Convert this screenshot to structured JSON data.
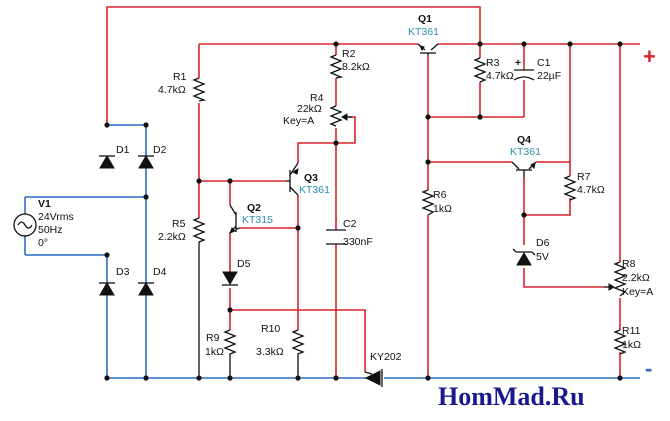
{
  "components": {
    "q1": {
      "ref": "Q1",
      "model": "KT361"
    },
    "q2": {
      "ref": "Q2",
      "model": "KT315"
    },
    "q3": {
      "ref": "Q3",
      "model": "KT361"
    },
    "q4": {
      "ref": "Q4",
      "model": "KT361"
    },
    "r1": {
      "ref": "R1",
      "value": "4.7kΩ"
    },
    "r2": {
      "ref": "R2",
      "value": "8.2kΩ"
    },
    "r3": {
      "ref": "R3",
      "value": "4.7kΩ"
    },
    "r4": {
      "ref": "R4",
      "value": "22kΩ",
      "key": "Key=A"
    },
    "r5": {
      "ref": "R5",
      "value": "2.2kΩ"
    },
    "r6": {
      "ref": "R6",
      "value": "1kΩ"
    },
    "r7": {
      "ref": "R7",
      "value": "4.7kΩ"
    },
    "r8": {
      "ref": "R8",
      "value": "2.2kΩ",
      "key": "Key=A"
    },
    "r9": {
      "ref": "R9",
      "value": "1kΩ"
    },
    "r10": {
      "ref": "R10",
      "value": "3.3kΩ"
    },
    "r11": {
      "ref": "R11",
      "value": "1kΩ"
    },
    "c1": {
      "ref": "C1",
      "value": "22µF"
    },
    "c2": {
      "ref": "C2",
      "value": "330nF"
    },
    "d1": {
      "ref": "D1"
    },
    "d2": {
      "ref": "D2"
    },
    "d3": {
      "ref": "D3"
    },
    "d4": {
      "ref": "D4"
    },
    "d5": {
      "ref": "D5"
    },
    "d6": {
      "ref": "D6",
      "value": "5V"
    },
    "v1": {
      "ref": "V1",
      "value": "24Vrms",
      "freq": "50Hz",
      "phase": "0°"
    },
    "thyristor": {
      "ref": "KY202"
    }
  },
  "terminals": {
    "positive": "+",
    "negative": "-"
  },
  "watermark": "HomMad.Ru",
  "colors": {
    "positive_wire": "#d8232a",
    "negative_wire": "#2f6dc2",
    "model_text": "#2a8fb0",
    "watermark": "#1a1a8c"
  }
}
